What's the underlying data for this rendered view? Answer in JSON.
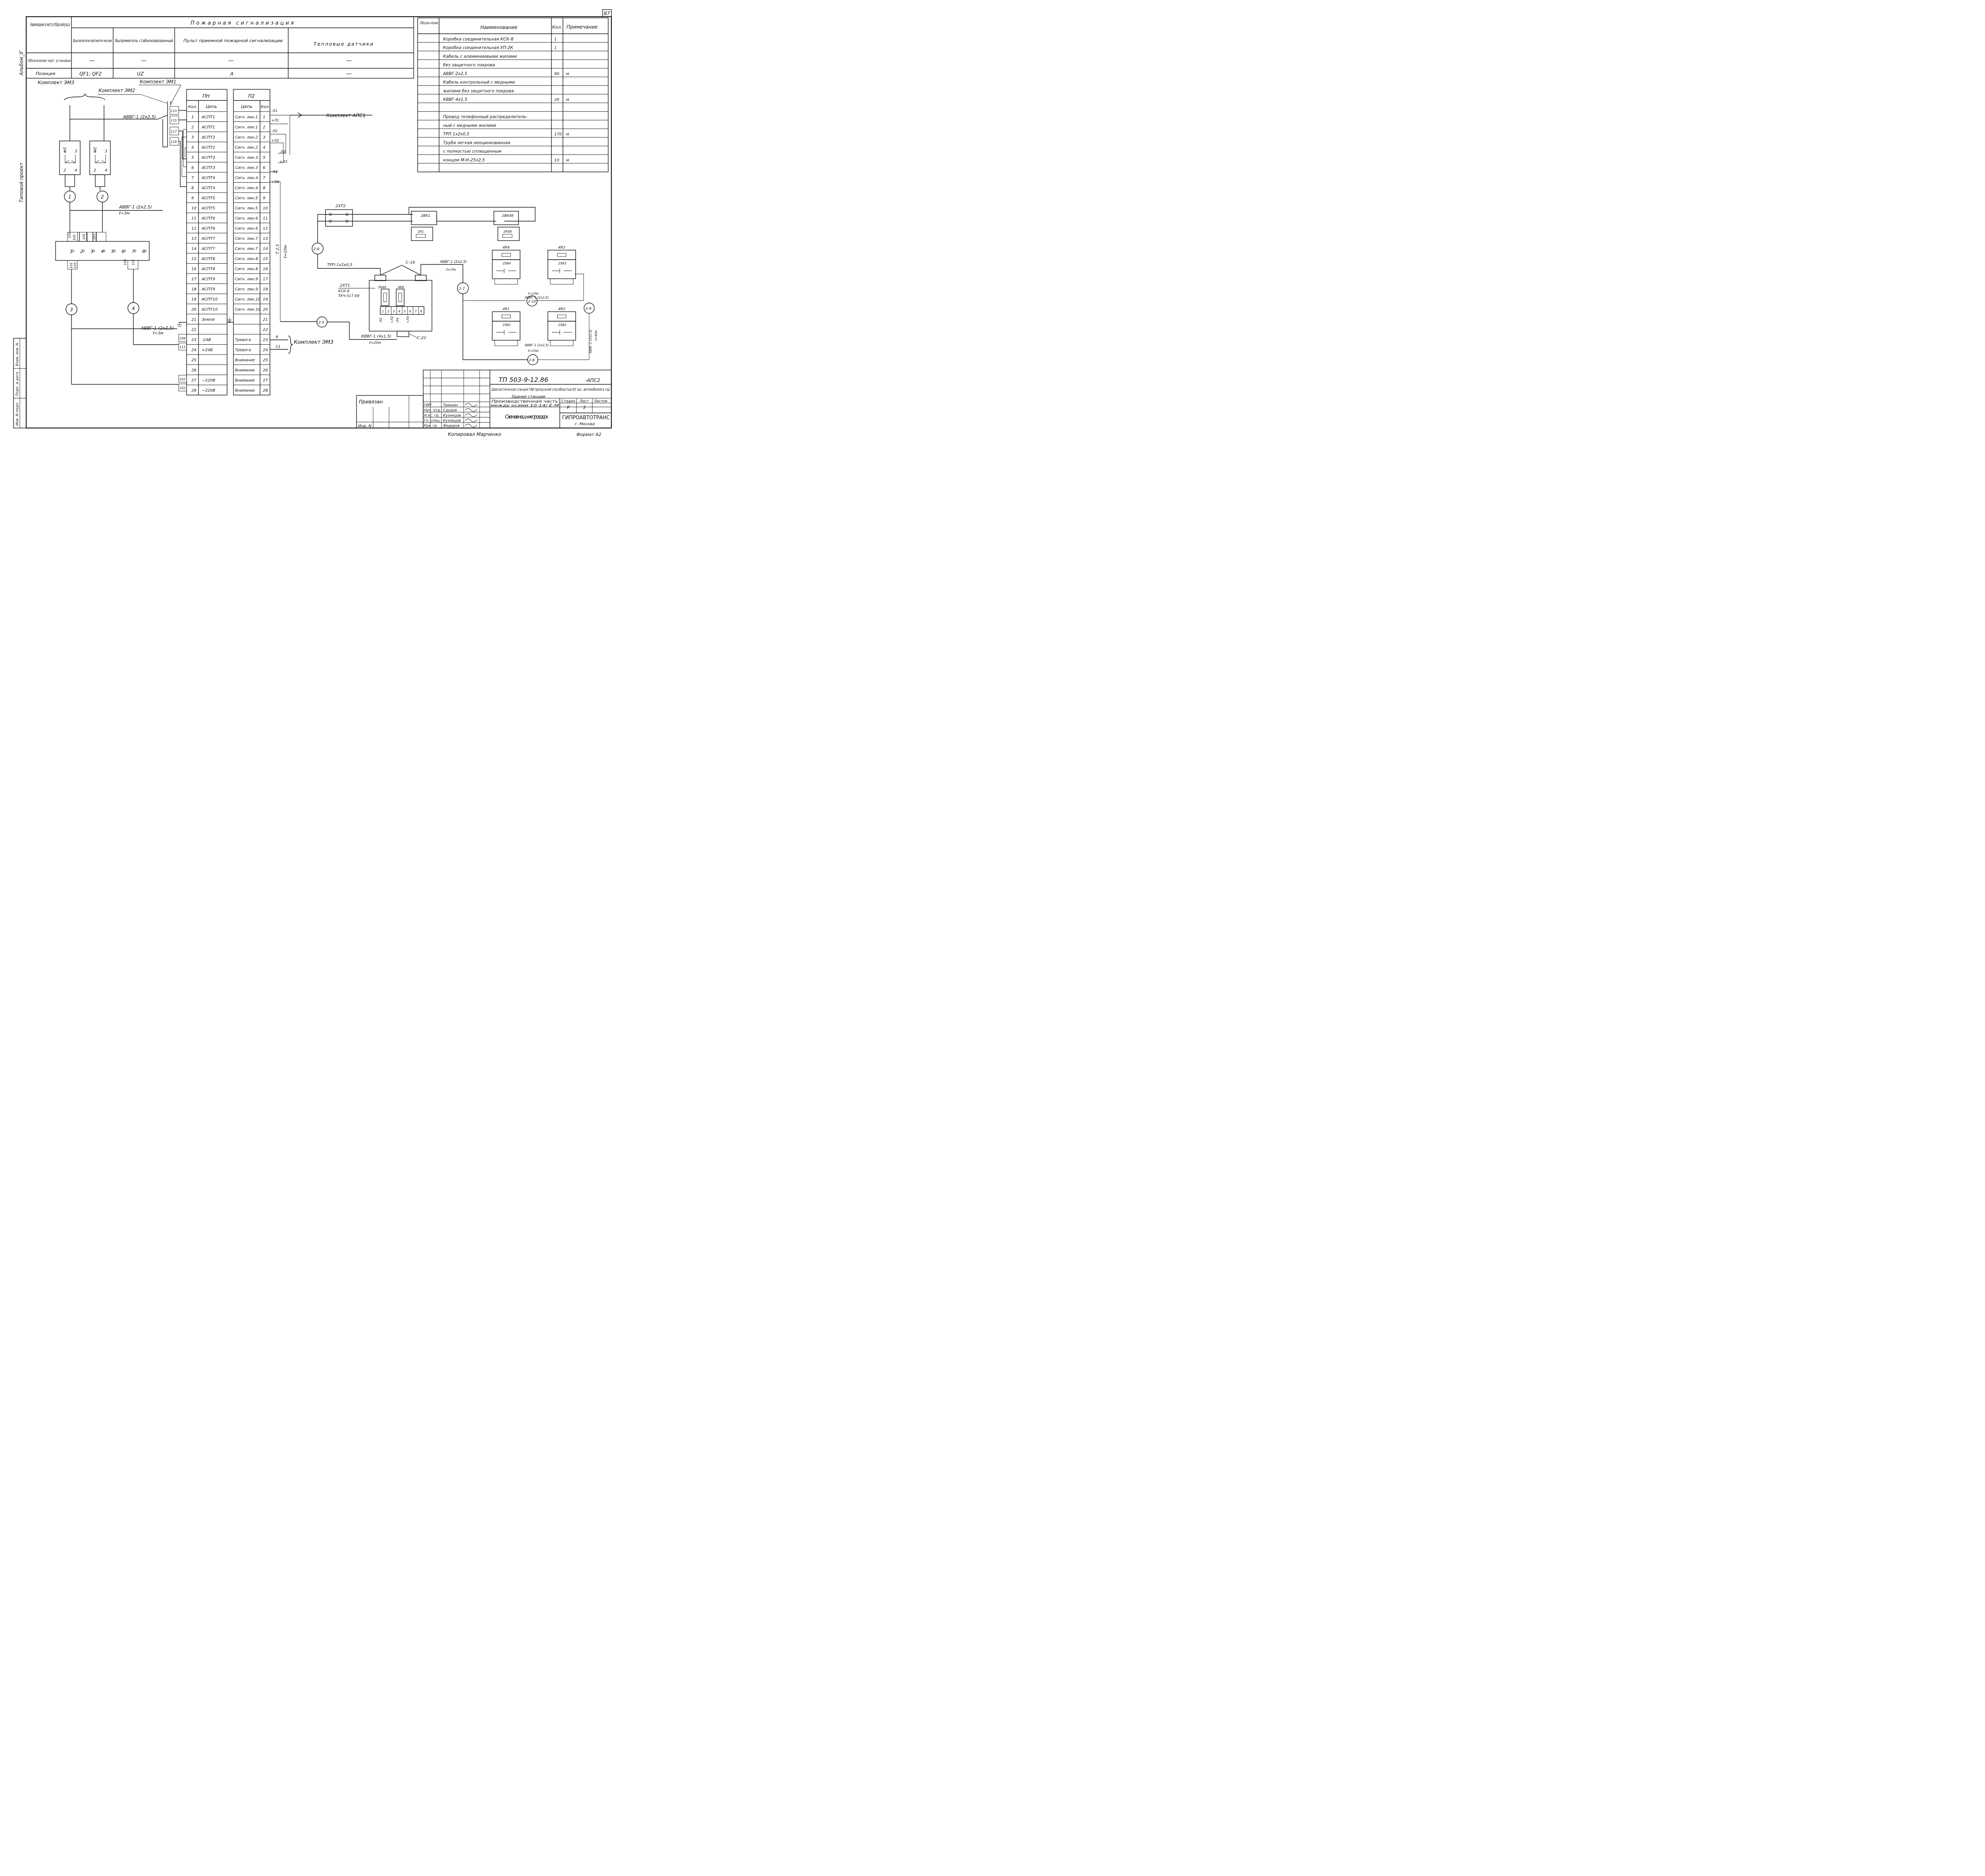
{
  "sheet": {
    "page_number": "87",
    "side_label_album": "Альбом_IГ",
    "side_label_project": "Типовой проект",
    "copied_by": "Копировал Марченко",
    "format": "Формат А2",
    "inv_no": "Инв. N",
    "left_stamp": [
      "Инв. N подл.",
      "Подп. и дата",
      "Взам. инв. N"
    ]
  },
  "equipment_table": {
    "header_name": "Наименование и место отбора импульса",
    "header_fire": "Пожарная сигнализация",
    "row_labels": [
      "Обозначение черт. установки",
      "Позиция"
    ],
    "columns": [
      {
        "name": "Выключатели автомати-ческие",
        "designation": "—",
        "position": "QF1; QF2"
      },
      {
        "name": "Выпрямитель стабилизированный",
        "designation": "—",
        "position": "UZ"
      },
      {
        "name": "Пульт приемной пожарной сигнализации",
        "designation": "—",
        "position": "A"
      },
      {
        "name": "Тепловые датчики",
        "designation": "—",
        "position": "—"
      }
    ]
  },
  "spec_table": {
    "headers": [
      "Обозна-чение",
      "Наименование",
      "Кол.",
      "Примечание"
    ],
    "rows": [
      {
        "name": "Коробка соединительная КСК-8",
        "qty": "1",
        "note": ""
      },
      {
        "name": "Коробка соединительная УП-2К",
        "qty": "1",
        "note": ""
      },
      {
        "name": "Кабель с алюминиевыми жилами",
        "qty": "",
        "note": ""
      },
      {
        "name": "без защитного покрова",
        "qty": "",
        "note": ""
      },
      {
        "name": "АВВГ-2х2,5",
        "qty": "90",
        "note": "м"
      },
      {
        "name": "Кабель контрольный с медными",
        "qty": "",
        "note": ""
      },
      {
        "name": "жилами без защитного покрова",
        "qty": "",
        "note": ""
      },
      {
        "name": "КВВГ-4х1,5",
        "qty": "20",
        "note": "м"
      },
      {
        "name": "",
        "qty": "",
        "note": ""
      },
      {
        "name": "Провод телефонный распределитель-",
        "qty": "",
        "note": ""
      },
      {
        "name": "ный с медными жилами",
        "qty": "",
        "note": ""
      },
      {
        "name": "ТРП 1х2х0,5",
        "qty": "170",
        "note": "м"
      },
      {
        "name": "Труба легкая неоцинкованная",
        "qty": "",
        "note": ""
      },
      {
        "name": "с полностью сплющенным",
        "qty": "",
        "note": ""
      },
      {
        "name": "концом М-Н-25х2,5",
        "qty": "10",
        "note": "м"
      },
      {
        "name": "",
        "qty": "",
        "note": ""
      }
    ]
  },
  "schematic": {
    "kit_labels": [
      "Комплект ЭМ3",
      "Комплект ЭМ2",
      "Комплект ЭМ1",
      "Комплект АПС1",
      "Комплект ЭМ3"
    ],
    "breakers": [
      "1Н",
      "2Н"
    ],
    "breaker_terminals": [
      "1",
      "3",
      "2",
      "4"
    ],
    "breaker_circles": [
      "1",
      "2",
      "3",
      "4"
    ],
    "cable_labels": [
      "АВВГ-1 (2х2,5)",
      "АВВГ-1 (2х2,5)",
      "ℓ=3м",
      "АВВГ-1 (2х2,5)",
      "ℓ=3м"
    ],
    "rectifier_terms": [
      "1",
      "2",
      "3",
      "4",
      "5",
      "6",
      "7",
      "8"
    ],
    "rectifier_wires_top": [
      "101",
      "103",
      "105",
      "107"
    ],
    "rectifier_wires_bottom": [
      "101",
      "103",
      "109",
      "111"
    ],
    "panel_wire_refs": [
      "113",
      "115",
      "117",
      "119",
      "109",
      "111",
      "101",
      "103"
    ],
    "block_left_title": "ПН",
    "block_right_title": "П2",
    "col_headers": [
      "Кол.",
      "Цепь",
      "Цепь",
      "Кол."
    ],
    "panel_rows": [
      {
        "n": "1",
        "l": "АСПТ1",
        "r": "Сигн. лин.1"
      },
      {
        "n": "2",
        "l": "АСПТ1",
        "r": "Сигн. лин.1"
      },
      {
        "n": "3",
        "l": "АСПТ2",
        "r": "Сигн. лин.2"
      },
      {
        "n": "4",
        "l": "АСПТ2",
        "r": "Сигн. лин.2"
      },
      {
        "n": "5",
        "l": "АСПТ3",
        "r": "Сигн. лин.3"
      },
      {
        "n": "6",
        "l": "АСПТ3",
        "r": "Сигн. лин.3"
      },
      {
        "n": "7",
        "l": "АСПТ4",
        "r": "Сигн. лин.4"
      },
      {
        "n": "8",
        "l": "АСПТ4",
        "r": "Сигн. лин.4"
      },
      {
        "n": "9",
        "l": "АСПТ5",
        "r": "Сигн. лин.5"
      },
      {
        "n": "10",
        "l": "АСПТ5",
        "r": "Сигн. лин.5"
      },
      {
        "n": "11",
        "l": "АСПТ6",
        "r": "Сигн. лин.6"
      },
      {
        "n": "12",
        "l": "АСПТ6",
        "r": "Сигн. лин.6"
      },
      {
        "n": "13",
        "l": "АСПТ7",
        "r": "Сигн. лин.7"
      },
      {
        "n": "14",
        "l": "АСПТ7",
        "r": "Сигн. лин.7"
      },
      {
        "n": "15",
        "l": "АСПТ8",
        "r": "Сигн. лин.8"
      },
      {
        "n": "16",
        "l": "АСПТ8",
        "r": "Сигн. лин.8"
      },
      {
        "n": "17",
        "l": "АСПТ9",
        "r": "Сигн. лин.9"
      },
      {
        "n": "18",
        "l": "АСПТ9",
        "r": "Сигн. лин.9"
      },
      {
        "n": "19",
        "l": "АСПТ10",
        "r": "Сигн. лин.10"
      },
      {
        "n": "20",
        "l": "АСПТ10",
        "r": "Сигн. лин.10"
      },
      {
        "n": "21",
        "l": "Земля",
        "r": ""
      },
      {
        "n": "22",
        "l": "",
        "r": ""
      },
      {
        "n": "23",
        "l": "-24В",
        "r": "Тревога"
      },
      {
        "n": "24",
        "l": "+24В",
        "r": "Тревога"
      },
      {
        "n": "25",
        "l": "",
        "r": "Внимание"
      },
      {
        "n": "26",
        "l": "",
        "r": "Внимание"
      },
      {
        "n": "27",
        "l": "~220В",
        "r": "Внимание"
      },
      {
        "n": "28",
        "l": "~220В",
        "r": "Внимание"
      }
    ],
    "line_labels": [
      "-Л1",
      "+Л1",
      "-Л2",
      "+Л2",
      "-Л3",
      "+Л3",
      "-Л4",
      "+Л4"
    ],
    "alarm_wires": [
      "9",
      "11"
    ],
    "vertical_cable": "Т 2,5",
    "vertical_len": "ℓ=10м",
    "conn_box": {
      "label": "2XT1",
      "sub1": "КСК-8",
      "sub2": "ТКЧ-517-69",
      "pipe_top": "С-16",
      "pipe_bottom": "С-22",
      "elems": [
        "2R49",
        "4R9"
      ],
      "terms": [
        "1",
        "2",
        "3",
        "4",
        "5",
        "6",
        "7",
        "8"
      ],
      "term_signs": [
        "-Л2",
        "+Л2",
        "-Л4",
        "+Л4"
      ]
    },
    "conn_box_cable": "КВВГ-1 (4х1,5)",
    "conn_box_len": "ℓ=20м",
    "box_out_cable": "АВВГ-1 (2х2,5)",
    "box_out_len": "ℓ=7м",
    "trp_label": "ТРП-1х2х0,5",
    "top_xt": "2XT2",
    "detectors_top": [
      {
        "name": "2BK1",
        "r": "2R1"
      },
      {
        "name": "2BK48",
        "r": "2R48"
      }
    ],
    "detectors_right": [
      {
        "name": "4R4",
        "sb": "2SB4"
      },
      {
        "name": "4R3",
        "sb": "2SB3"
      },
      {
        "name": "4R1",
        "sb": "2SB1"
      },
      {
        "name": "4R2",
        "sb": "2SB2"
      }
    ],
    "circles_right": [
      "2-6",
      "2-7",
      "2-5",
      "2-10",
      "2-9",
      "2-8"
    ],
    "right_cables": [
      "АВВГ-1 (2х2,5)",
      "ℓ=10м",
      "АВВГ-1 (2х2,5)",
      "ℓ=10м",
      "АВВГ-1 (2х2,5)",
      "ℓ=40м"
    ]
  },
  "title_block": {
    "code": "ТП 503-9-12.86",
    "suffix": "-АПС2",
    "description": "Диагностическая станция ГАИ пропускной способностью 60 тыс. автомобилей в год",
    "building": "Здание станции",
    "part": "Производственная часть",
    "axes": "между осями 10-14/ Е-М",
    "stage_headers": [
      "Стадия",
      "Лист",
      "Листов"
    ],
    "stage_values": [
      "Р",
      "3",
      ""
    ],
    "drawing_title": "Схема внешних проводок",
    "org": "ГИПРОАВТОТРАНС",
    "city": "г. Москва",
    "privyazan": "Привязан",
    "roles": [
      "ГИП",
      "Нач. отд.",
      "Н.кс. гр.",
      "Гл. спец.",
      "Рук. гр."
    ],
    "names": [
      "Тришин",
      "Сдудов",
      "Кузнецов",
      "Кузнецов",
      "Федоров"
    ]
  }
}
